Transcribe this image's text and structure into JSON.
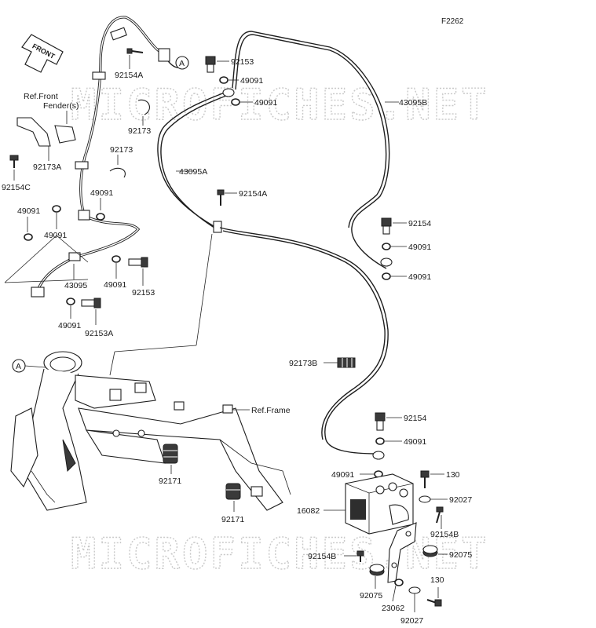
{
  "figure_code": "F2262",
  "watermark": "MICROFICHES.NET",
  "front_badge": "FRONT",
  "callout_ref": "A",
  "labels": {
    "l_92153_top": "92153",
    "l_49091_top": "49091",
    "l_49091_top2": "49091",
    "l_43095B": "43095B",
    "l_92154A_top": "92154A",
    "l_ref_front": "Ref.Front",
    "l_fenders": "Fender(s)",
    "l_92173_a": "92173",
    "l_92173_b": "92173",
    "l_92173A": "92173A",
    "l_92154C": "92154C",
    "l_43095A": "43095A",
    "l_92154A_mid": "92154A",
    "l_49091_l1": "49091",
    "l_49091_l2": "49091",
    "l_49091_l3": "49091",
    "l_43095": "43095",
    "l_49091_l4": "49091",
    "l_92153_l": "92153",
    "l_49091_l5": "49091",
    "l_92153A": "92153A",
    "l_92154_r1": "92154",
    "l_49091_r1": "49091",
    "l_49091_r2": "49091",
    "l_92173B": "92173B",
    "l_ref_frame": "Ref.Frame",
    "l_92154_r2": "92154",
    "l_49091_r3": "49091",
    "l_49091_r4": "49091",
    "l_130_a": "130",
    "l_16082": "16082",
    "l_92027_a": "92027",
    "l_92171_a": "92171",
    "l_92171_b": "92171",
    "l_92154B_r": "92154B",
    "l_92154B_l": "92154B",
    "l_92075_r": "92075",
    "l_130_b": "130",
    "l_92075_l": "92075",
    "l_23062": "23062",
    "l_92027_b": "92027"
  }
}
